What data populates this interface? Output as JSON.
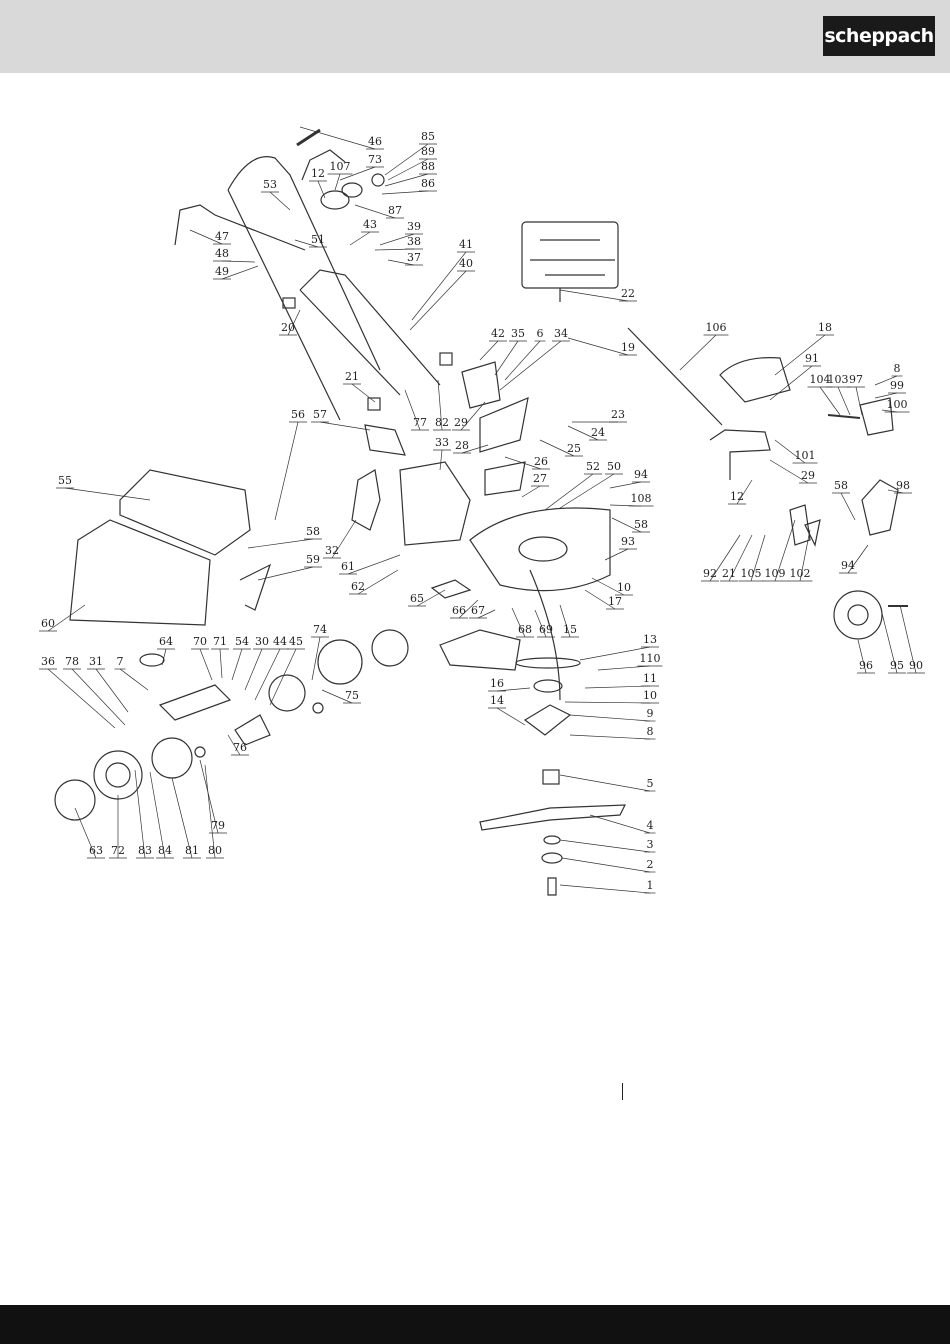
{
  "header": {
    "brand": "scheppach"
  },
  "diagram": {
    "part_numbers": [
      "1",
      "2",
      "3",
      "4",
      "5",
      "6",
      "7",
      "8",
      "9",
      "10",
      "11",
      "12",
      "13",
      "14",
      "15",
      "16",
      "17",
      "18",
      "19",
      "20",
      "21",
      "22",
      "23",
      "24",
      "25",
      "26",
      "27",
      "28",
      "29",
      "30",
      "31",
      "32",
      "33",
      "34",
      "35",
      "36",
      "37",
      "38",
      "39",
      "40",
      "41",
      "42",
      "43",
      "44",
      "45",
      "46",
      "47",
      "48",
      "49",
      "50",
      "51",
      "52",
      "53",
      "54",
      "55",
      "56",
      "57",
      "58",
      "59",
      "60",
      "61",
      "62",
      "63",
      "64",
      "65",
      "66",
      "67",
      "68",
      "69",
      "70",
      "71",
      "72",
      "73",
      "74",
      "75",
      "76",
      "77",
      "78",
      "79",
      "80",
      "81",
      "82",
      "83",
      "84",
      "85",
      "86",
      "87",
      "88",
      "89",
      "90",
      "91",
      "92",
      "93",
      "94",
      "95",
      "96",
      "97",
      "98",
      "99",
      "100",
      "101",
      "102",
      "103",
      "104",
      "105",
      "106",
      "107",
      "108",
      "109",
      "110"
    ]
  }
}
